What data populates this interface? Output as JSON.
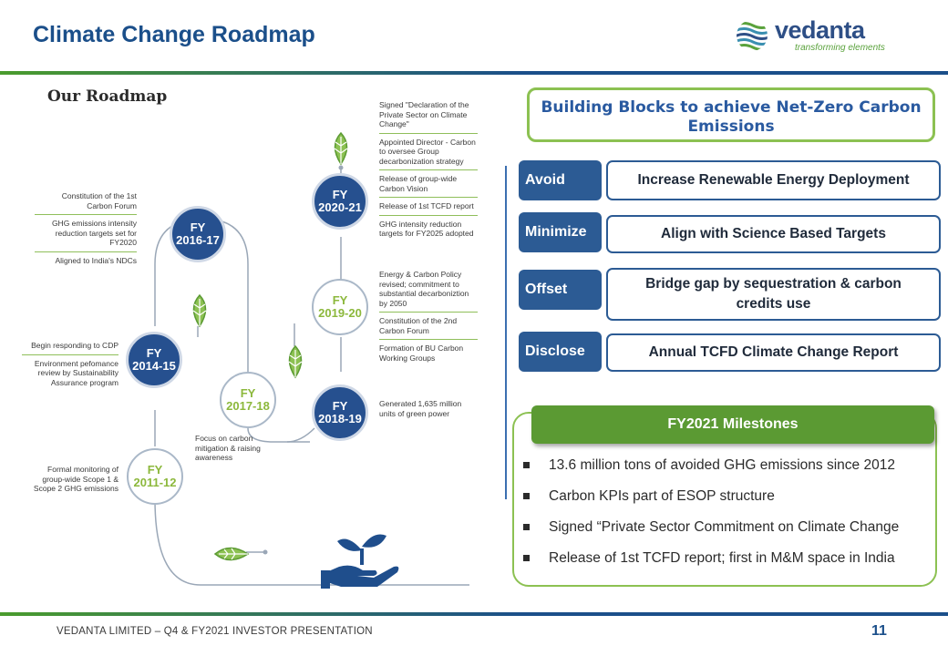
{
  "slide": {
    "title": "Climate Change Roadmap",
    "page_number": "11",
    "footer": "VEDANTA LIMITED – Q4 & FY2021 INVESTOR PRESENTATION"
  },
  "logo": {
    "name": "vedanta",
    "tagline": "transforming elements",
    "icon": "vedanta-wave-globe-icon"
  },
  "roadmap": {
    "heading": "Our Roadmap",
    "years": [
      {
        "label_top": "FY",
        "label_bottom": "2011-12",
        "style": "light"
      },
      {
        "label_top": "FY",
        "label_bottom": "2014-15",
        "style": "dark"
      },
      {
        "label_top": "FY",
        "label_bottom": "2016-17",
        "style": "dark"
      },
      {
        "label_top": "FY",
        "label_bottom": "2017-18",
        "style": "light"
      },
      {
        "label_top": "FY",
        "label_bottom": "2018-19",
        "style": "dark"
      },
      {
        "label_top": "FY",
        "label_bottom": "2019-20",
        "style": "light"
      },
      {
        "label_top": "FY",
        "label_bottom": "2020-21",
        "style": "dark"
      }
    ],
    "notes": {
      "fy2011_12": "Formal monitoring of group-wide Scope 1 & Scope 2 GHG emissions",
      "fy2014_15": [
        "Begin responding to CDP",
        "Environment pefomance review by Sustainability Assurance program"
      ],
      "fy2016_17": [
        "Constitution of the 1st Carbon Forum",
        "GHG emissions intensity reduction targets set for FY2020",
        "Aligned to India's NDCs"
      ],
      "fy2017_18": "Focus on carbon mitigation & raising awareness",
      "fy2018_19": "Generated 1,635 million units of green power",
      "fy2019_20": [
        "Energy & Carbon Policy revised; commitment to substantial decarboniztion by 2050",
        "Constitution of the 2nd Carbon Forum",
        "Formation of BU Carbon Working Groups"
      ],
      "fy2020_21": [
        "Signed \"Declaration of the Private Sector on Climate Change\"",
        "Appointed Director - Carbon to oversee Group decarbonization strategy",
        "Release of group-wide Carbon Vision",
        "Release of 1st TCFD report",
        "GHG intensity reduction targets for FY2025 adopted"
      ]
    },
    "icons": [
      "leaf-icon",
      "leaf-icon",
      "leaf-icon",
      "leaf-icon",
      "hand-holding-plant-icon"
    ]
  },
  "building_blocks": {
    "title": "Building Blocks to achieve Net-Zero Carbon Emissions",
    "rows": [
      {
        "tag": "Avoid",
        "action": "Increase Renewable Energy Deployment"
      },
      {
        "tag": "Minimize",
        "action": "Align with Science Based Targets"
      },
      {
        "tag": "Offset",
        "action": "Bridge gap by sequestration & carbon credits use"
      },
      {
        "tag": "Disclose",
        "action": "Annual TCFD Climate Change Report"
      }
    ]
  },
  "milestones": {
    "title": "FY2021 Milestones",
    "items": [
      "13.6 million tons of avoided GHG emissions since 2012",
      "Carbon KPIs part of ESOP structure",
      "Signed “Private Sector Commitment on Climate Change",
      "Release of 1st TCFD report; first in M&M space in India"
    ]
  },
  "colors": {
    "primary_blue": "#26508f",
    "accent_green": "#5b9a33",
    "light_green": "#8cc152"
  }
}
